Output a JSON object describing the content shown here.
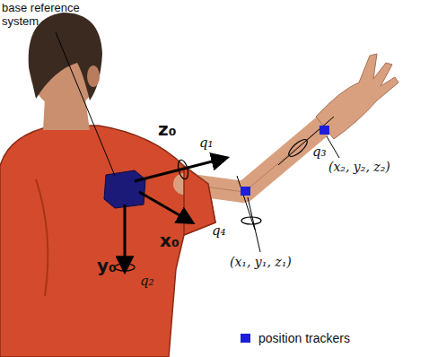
{
  "diagram": {
    "labels": [
      "base reference system",
      "z₀",
      "q₁",
      "q₃",
      "(x₂, y₂, z₂)",
      "q₄",
      "(x₁, y₁, z₁)",
      "x₀",
      "y₀",
      "q₂"
    ],
    "legend": [
      {
        "text": "position trackers",
        "color": "#1e1ed8"
      }
    ]
  }
}
